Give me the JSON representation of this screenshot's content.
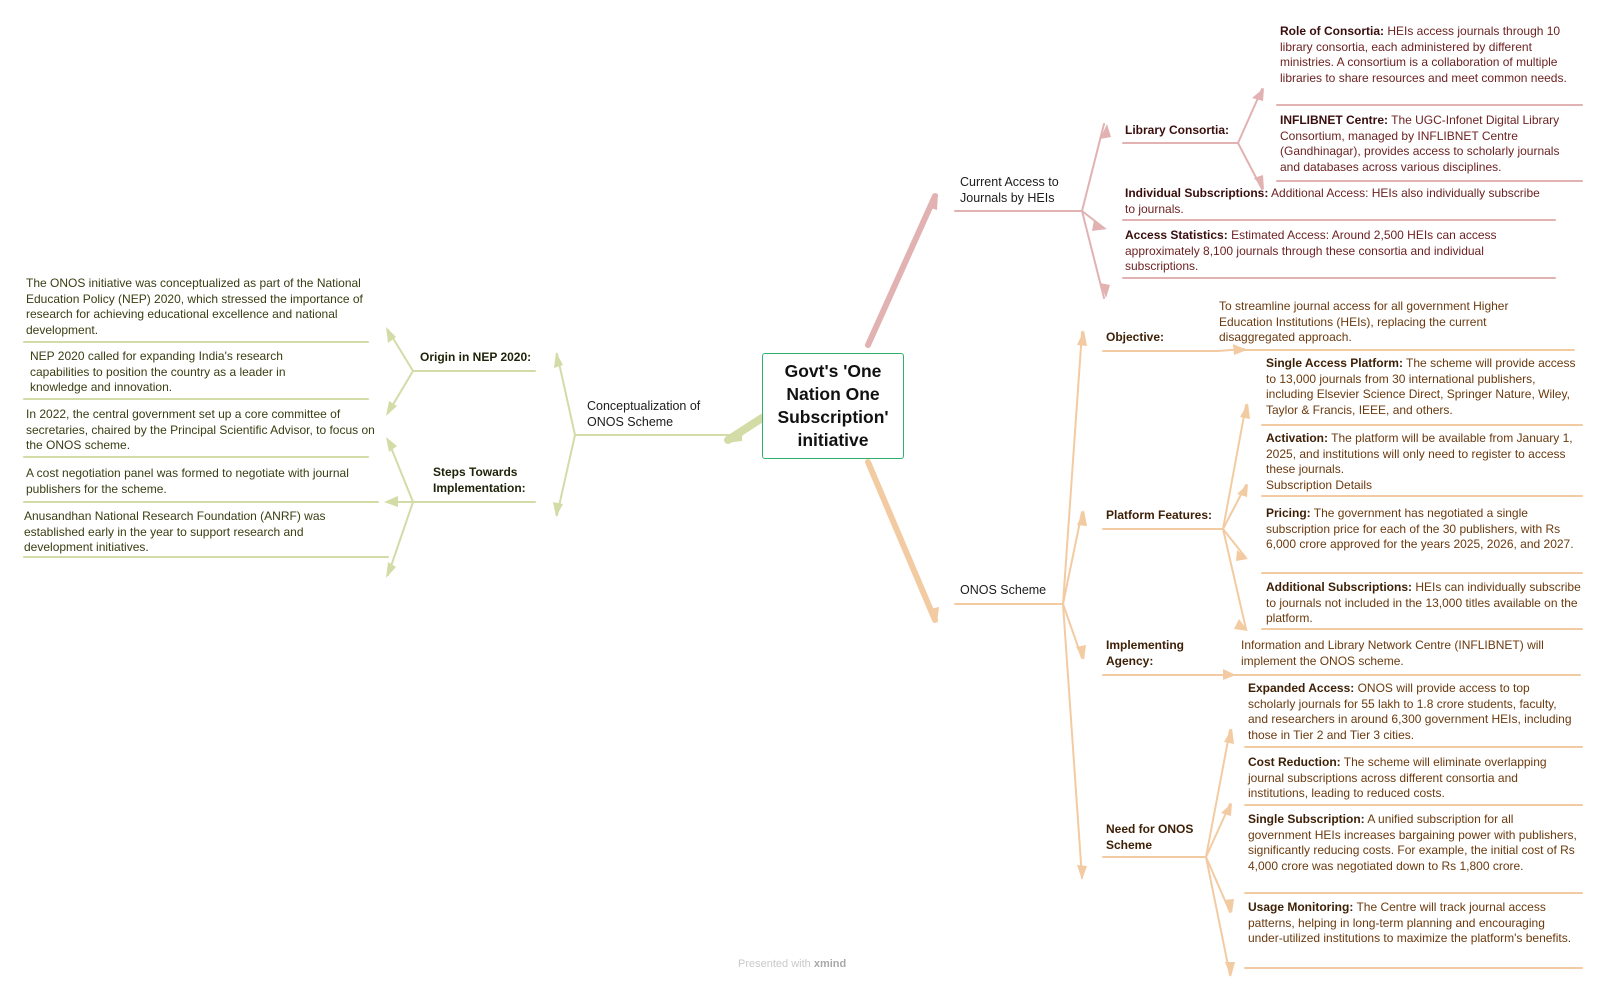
{
  "central": "Govt's 'One Nation One Subscription' initiative",
  "footer": {
    "prefix": "Presented with",
    "brand": "xmind"
  },
  "colors": {
    "red": "#e2b2b2",
    "orange": "#f3cba2",
    "green": "#d3dca6",
    "central_border": "#2fb06b"
  },
  "current_access": {
    "title": "Current Access to Journals by HEIs",
    "library_consortia": {
      "label": "Library Consortia:",
      "role": {
        "label": "Role of Consortia:",
        "text": " HEIs access journals through 10 library consortia, each administered by different ministries. A consortium is a collaboration of multiple libraries to share resources and meet common needs."
      },
      "inflibnet": {
        "label": "INFLIBNET Centre:",
        "text": " The UGC-Infonet Digital Library Consortium, managed by INFLIBNET Centre (Gandhinagar), provides access to scholarly journals and databases across various disciplines."
      }
    },
    "individual": {
      "label": "Individual Subscriptions:",
      "text": " Additional Access: HEIs also individually subscribe to journals."
    },
    "statistics": {
      "label": "Access Statistics:",
      "text": " Estimated Access: Around 2,500 HEIs can access approximately 8,100 journals through these consortia and individual subscriptions."
    }
  },
  "onos": {
    "title": "ONOS Scheme",
    "objective": {
      "label": "Objective:",
      "text": "To streamline journal access for all government Higher Education Institutions (HEIs), replacing the current disaggregated approach."
    },
    "platform": {
      "label": "Platform Features:",
      "single_access": {
        "label": "Single Access Platform:",
        "text": " The scheme will provide access to 13,000 journals from 30 international publishers, including Elsevier Science Direct, Springer Nature, Wiley, Taylor & Francis, IEEE, and others."
      },
      "activation": {
        "label": "Activation:",
        "text": " The platform will be available from January 1, 2025, and institutions will only need to register to access these journals.",
        "extra": "Subscription Details"
      },
      "pricing": {
        "label": "Pricing:",
        "text": " The government has negotiated a single subscription price for each of the 30 publishers, with Rs 6,000 crore approved for the years 2025, 2026, and 2027."
      },
      "additional": {
        "label": "Additional Subscriptions:",
        "text": " HEIs can individually subscribe to journals not included in the 13,000 titles available on the platform."
      }
    },
    "agency": {
      "label": "Implementing Agency:",
      "text": "Information and Library Network Centre (INFLIBNET) will implement the ONOS scheme."
    },
    "need": {
      "label": "Need for ONOS Scheme",
      "expanded": {
        "label": "Expanded Access:",
        "text": " ONOS will provide access to top scholarly journals for 55 lakh to 1.8 crore students, faculty, and researchers in around 6,300 government HEIs, including those in Tier 2 and Tier 3 cities."
      },
      "cost": {
        "label": "Cost Reduction:",
        "text": " The scheme will eliminate overlapping journal subscriptions across different consortia and institutions, leading to reduced costs."
      },
      "single_sub": {
        "label": "Single Subscription:",
        "text": " A unified subscription for all government HEIs increases bargaining power with publishers, significantly reducing costs. For example, the initial cost of Rs 4,000 crore was negotiated down to Rs 1,800 crore."
      },
      "usage": {
        "label": "Usage Monitoring:",
        "text": " The Centre will track journal access patterns, helping in long-term planning and encouraging under-utilized institutions to maximize the platform's benefits."
      }
    }
  },
  "conceptualization": {
    "title": "Conceptualization of ONOS Scheme",
    "origin": {
      "label": "Origin in NEP 2020:",
      "items": [
        "The ONOS initiative was conceptualized as part of the National Education Policy (NEP) 2020, which stressed the importance of research for achieving educational excellence and national development.",
        "NEP 2020 called for expanding India's research capabilities to position the country as a leader in knowledge and innovation."
      ]
    },
    "steps": {
      "label": "Steps Towards Implementation:",
      "items": [
        "In 2022, the central government set up a core committee of secretaries, chaired by the Principal Scientific Advisor, to focus on the ONOS scheme.",
        "A cost negotiation panel was formed to negotiate with journal publishers for the scheme.",
        "Anusandhan National Research Foundation (ANRF) was established early in the year to support research and development initiatives."
      ]
    }
  }
}
